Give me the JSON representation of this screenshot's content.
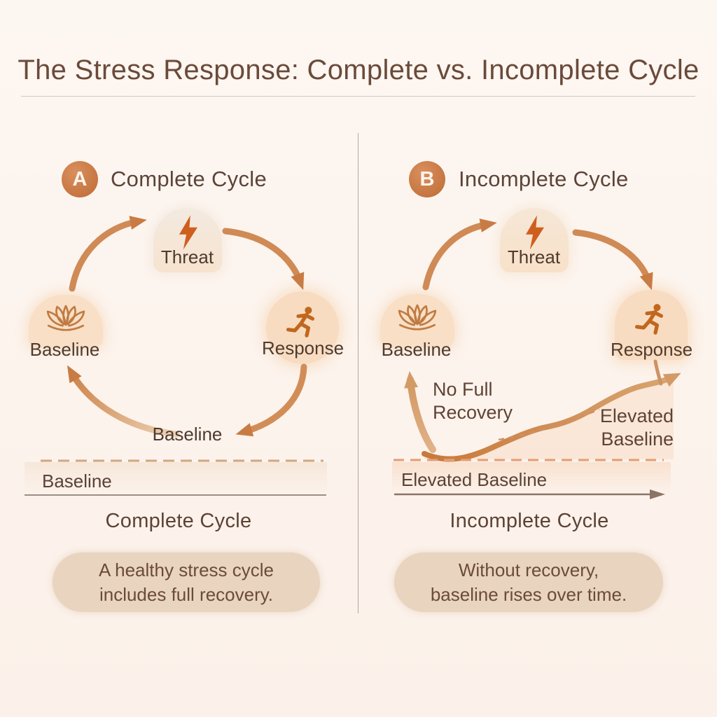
{
  "title": "The Stress Response: Complete vs. Incomplete Cycle",
  "colors": {
    "background": "#fcf4ee",
    "title_text": "#6b4a3a",
    "badge_orange": "#c9794a",
    "arrow_orange": "#d08a55",
    "lightning_orange": "#cf5f1d",
    "runner_orange": "#c2671f",
    "lotus_outline": "#c07b42",
    "node_peach": "#f8dfc6",
    "pill_tan": "#e9d4c0",
    "dash_tan": "#d0a77c",
    "dash_salmon": "#e6a077",
    "axis_brown": "#8b7366"
  },
  "panelA": {
    "badge": "A",
    "header": "Complete Cycle",
    "node_threat": "Threat",
    "node_response": "Response",
    "node_baseline_left": "Baseline",
    "node_baseline_bottom": "Baseline",
    "axis_label": "Baseline",
    "heading": "Complete Cycle",
    "caption_line1": "A healthy stress cycle",
    "caption_line2": "includes full recovery."
  },
  "panelB": {
    "badge": "B",
    "header": "Incomplete Cycle",
    "node_threat": "Threat",
    "node_response": "Response",
    "node_baseline_left": "Baseline",
    "annotation_no_recovery_line1": "No Full",
    "annotation_no_recovery_line2": "Recovery",
    "annotation_elevated_line1": "Elevated",
    "annotation_elevated_line2": "Baseline",
    "axis_label": "Elevated Baseline",
    "heading": "Incomplete Cycle",
    "caption_line1": "Without recovery,",
    "caption_line2": "baseline rises over time."
  },
  "icons": {
    "threat": "lightning-icon",
    "response": "runner-icon",
    "baseline": "lotus-icon"
  }
}
